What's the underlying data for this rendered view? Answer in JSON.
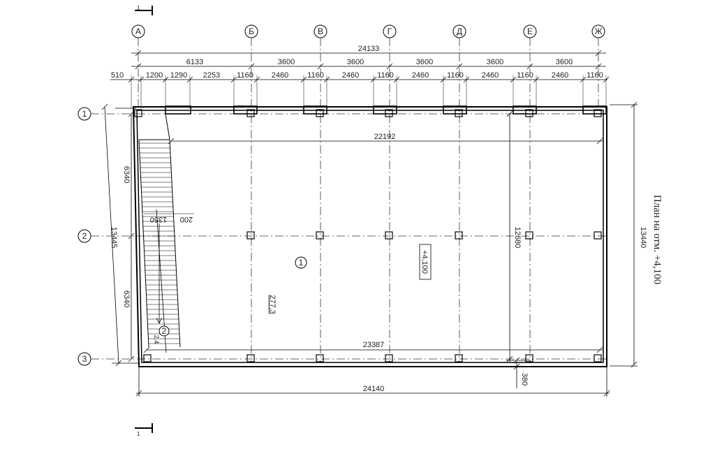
{
  "axes_letters": [
    "А",
    "Б",
    "В",
    "Г",
    "Д",
    "Е",
    "Ж"
  ],
  "axes_numbers": [
    "1",
    "2",
    "3"
  ],
  "section_mark": "1",
  "dims_top": {
    "overall": "24133",
    "spans": [
      "6133",
      "3600",
      "3600",
      "3600",
      "3600",
      "3600"
    ],
    "details": [
      "510",
      "1200",
      "1290",
      "2253",
      "1160",
      "2460",
      "1160",
      "2460",
      "1160",
      "2460",
      "1160",
      "2460",
      "1160",
      "2460",
      "1160"
    ]
  },
  "dims_left": {
    "overall": "13445",
    "upper": "6340",
    "lower": "6340"
  },
  "dims_right": {
    "overall": "13440",
    "inner": "12680"
  },
  "dims_inner": {
    "top_width": "22192",
    "bottom_width": "23387",
    "stair_width": "1350",
    "stair_gap": "200",
    "stair_small": "2.4",
    "wall_offset": "380"
  },
  "dims_bottom": {
    "overall": "24140"
  },
  "room": {
    "number": "1",
    "area": "277,3",
    "elevation": "+4,100"
  },
  "stair_mark": "2",
  "title": "План на отм. +4,100"
}
